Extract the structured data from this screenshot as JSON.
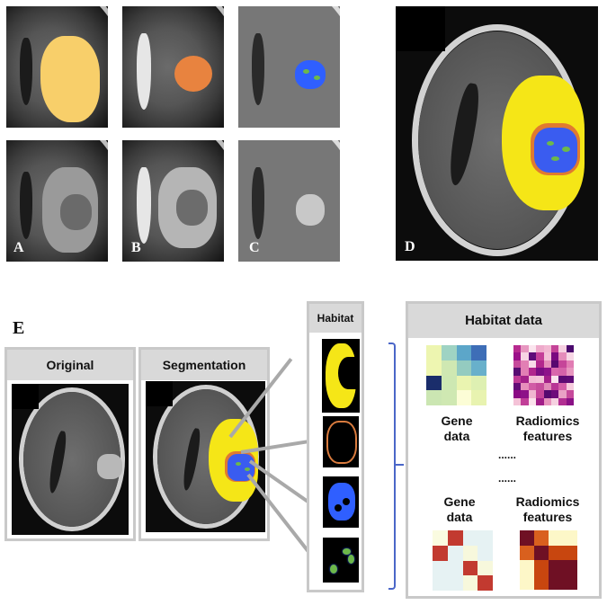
{
  "panels": {
    "A": {
      "letter": "A",
      "overlay_color": "#f8cf6a"
    },
    "B": {
      "letter": "B",
      "overlay_color": "#e8833f"
    },
    "C": {
      "letter": "C",
      "overlay_color": "#2f5fff"
    },
    "D": {
      "letter": "D",
      "colors": {
        "edema": "#f5e617",
        "enhancing_rim": "#e07a30",
        "tumor_core": "#3a5cf0",
        "necrosis": "#6db84a"
      }
    }
  },
  "section_e": {
    "letter": "E",
    "original": {
      "title": "Original"
    },
    "segmentation": {
      "title": "Segmentation"
    },
    "habitat": {
      "title": "Habitat"
    },
    "habitat_data": {
      "title": "Habitat data",
      "top_left_label_1": "Gene",
      "top_left_label_2": "data",
      "top_right_label_1": "Radiomics",
      "top_right_label_2": "features",
      "ellipsis_1": "......",
      "ellipsis_2": "......",
      "bottom_left_label_1": "Gene",
      "bottom_left_label_2": "data",
      "bottom_right_label_1": "Radiomics",
      "bottom_right_label_2": "features"
    }
  },
  "colors": {
    "box_border": "#c9c9c9",
    "box_header": "#d9d9d9",
    "bracket": "#4a66c8",
    "arrow": "#a9a9a9"
  }
}
